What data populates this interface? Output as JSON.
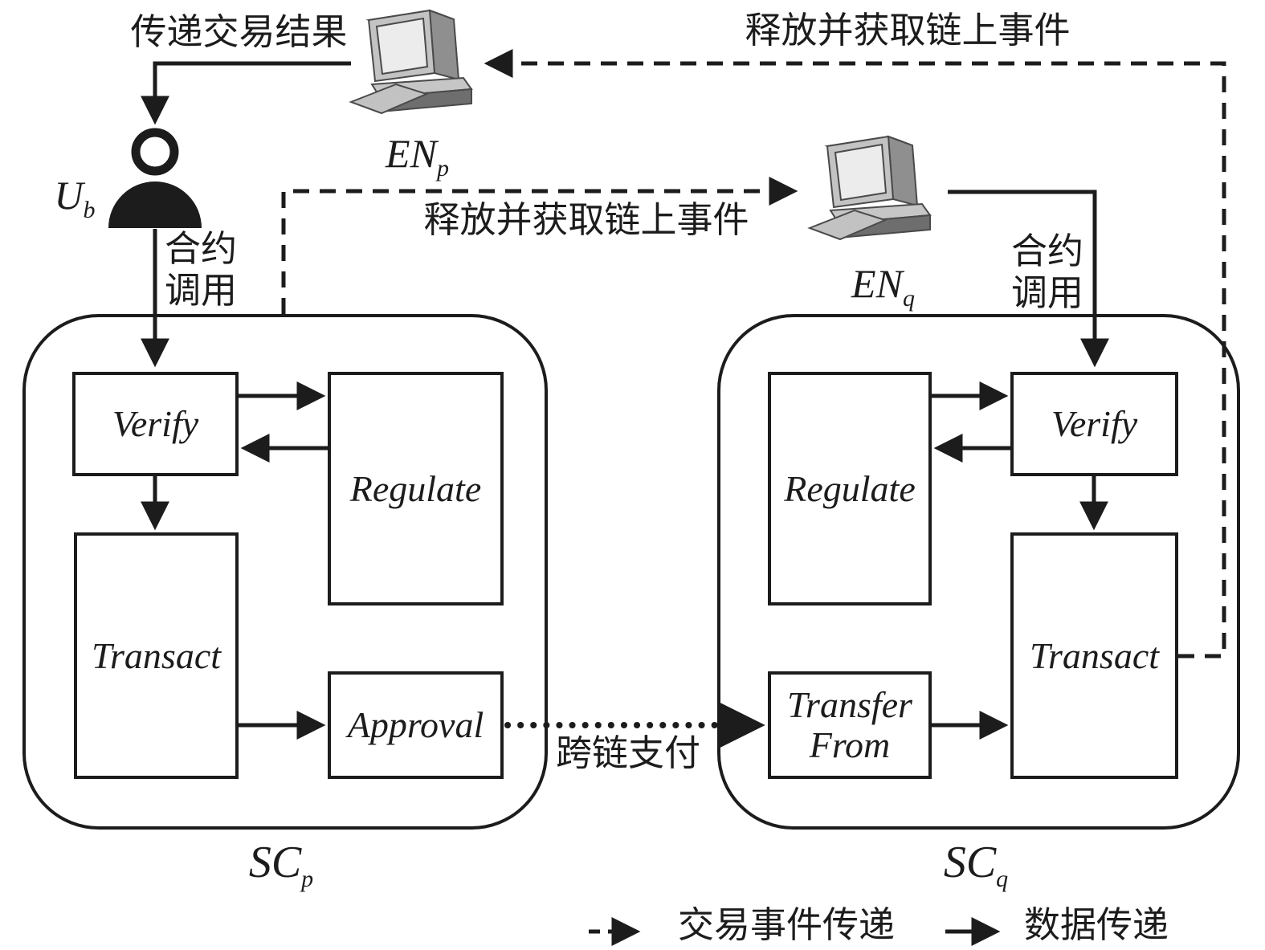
{
  "palette": {
    "ink": "#1c1c1c",
    "pc_light": "#d9d9d9",
    "pc_mid": "#bdbdbd",
    "pc_dark": "#6f6f6f",
    "pc_screen": "#ececec"
  },
  "actors": {
    "user": {
      "label": "U",
      "sub": "b",
      "icon": "person-icon"
    },
    "en_p": {
      "label": "EN",
      "sub": "p",
      "icon": "desktop-computer-icon"
    },
    "en_q": {
      "label": "EN",
      "sub": "q",
      "icon": "desktop-computer-icon"
    }
  },
  "contracts": {
    "sc_p": {
      "label": "SC",
      "sub": "p",
      "verify": "Verify",
      "regulate": "Regulate",
      "transact": "Transact",
      "approval": "Approval"
    },
    "sc_q": {
      "label": "SC",
      "sub": "q",
      "verify": "Verify",
      "regulate": "Regulate",
      "transact": "Transact",
      "transfer_from": [
        "Transfer",
        "From"
      ]
    }
  },
  "flows": {
    "deliver_tx_result": "传递交易结果",
    "release_fetch_events_top": "释放并获取链上事件",
    "release_fetch_events_mid": "释放并获取链上事件",
    "contract_call_left": [
      "合约",
      "调用"
    ],
    "contract_call_right": [
      "合约",
      "调用"
    ],
    "cross_chain_payment": "跨链支付"
  },
  "legend": {
    "event_transfer": "交易事件传递",
    "data_transfer": "数据传递"
  }
}
